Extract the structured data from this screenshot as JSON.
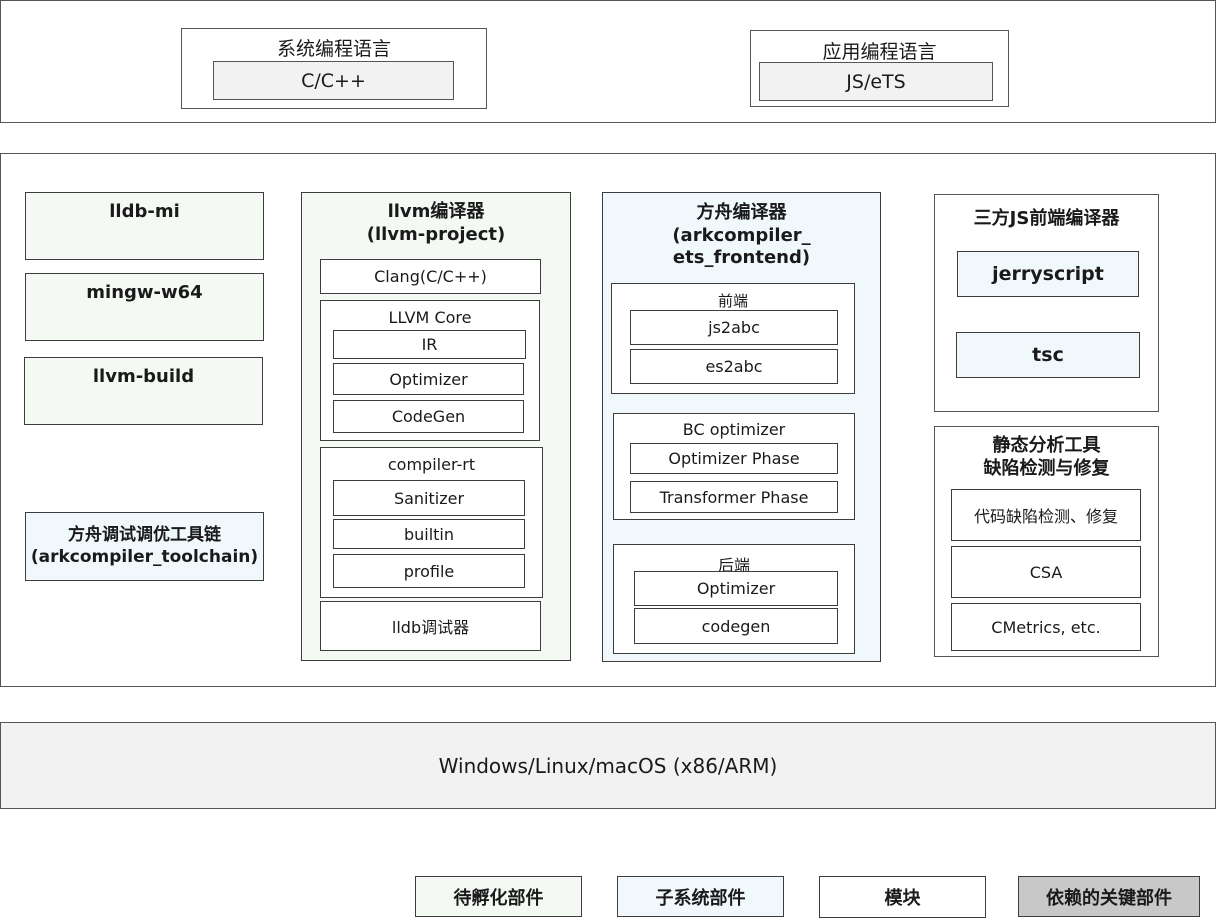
{
  "languages": {
    "system": {
      "title": "系统编程语言",
      "item": "C/C++"
    },
    "app": {
      "title": "应用编程语言",
      "item": "JS/eTS"
    }
  },
  "tools": {
    "lldb_mi": "lldb-mi",
    "mingw": "mingw-w64",
    "llvm_build": "llvm-build",
    "toolchain": "方舟调试调优工具链\n(arkcompiler_toolchain)"
  },
  "llvm": {
    "title": "llvm编译器\n(llvm-project)",
    "clang": "Clang(C/C++)",
    "core": {
      "title": "LLVM Core",
      "ir": "IR",
      "optimizer": "Optimizer",
      "codegen": "CodeGen"
    },
    "rt": {
      "title": "compiler-rt",
      "sanitizer": "Sanitizer",
      "builtin": "builtin",
      "profile": "profile"
    },
    "lldb": "lldb调试器"
  },
  "ark": {
    "title": "方舟编译器\n(arkcompiler_\nets_frontend)",
    "frontend": {
      "title": "前端",
      "js2abc": "js2abc",
      "es2abc": "es2abc"
    },
    "bc": {
      "title": "BC optimizer",
      "opt_phase": "Optimizer Phase",
      "trans_phase": "Transformer Phase"
    },
    "backend": {
      "title": "后端",
      "optimizer": "Optimizer",
      "codegen": "codegen"
    }
  },
  "third_party": {
    "title": "三方JS前端编译器",
    "jerryscript": "jerryscript",
    "tsc": "tsc"
  },
  "static_analysis": {
    "title": "静态分析工具\n缺陷检测与修复",
    "detect": "代码缺陷检测、修复",
    "csa": "CSA",
    "cmetrics": "CMetrics, etc."
  },
  "platform": "Windows/Linux/macOS (x86/ARM)",
  "legend": {
    "incubating": "待孵化部件",
    "subsystem": "子系统部件",
    "module": "模块",
    "dependency": "依赖的关键部件"
  }
}
